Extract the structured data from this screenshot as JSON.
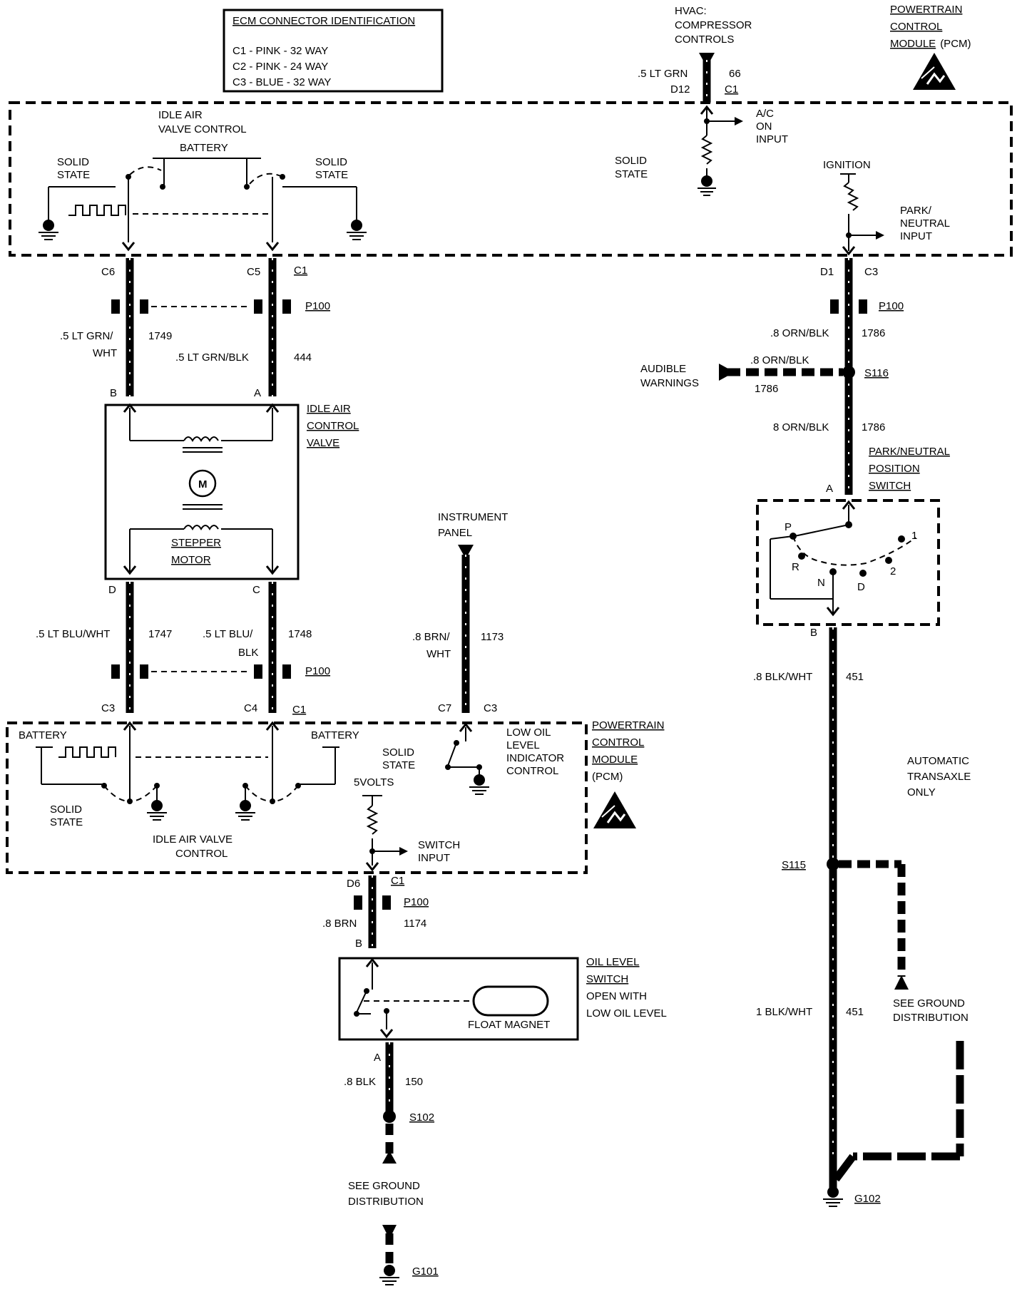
{
  "legend": {
    "title": "ECM CONNECTOR IDENTIFICATION",
    "lines": [
      "C1 - PINK - 32 WAY",
      "C2 - PINK - 24 WAY",
      "C3 - BLUE - 32 WAY"
    ]
  },
  "hvac": {
    "line1": "HVAC:",
    "line2": "COMPRESSOR",
    "line3": "CONTROLS"
  },
  "pcm_top": {
    "line1": "POWERTRAIN",
    "line2": "CONTROL",
    "line3": "MODULE",
    "suffix": "(PCM)"
  },
  "top_module": {
    "iac_title1": "IDLE AIR",
    "iac_title2": "VALVE CONTROL",
    "battery": "BATTERY",
    "solid_state": "SOLID",
    "state": "STATE",
    "ac_wire": ".5 LT GRN",
    "ac_circuit": "66",
    "ac_pin": "D12",
    "ac_conn": "C1",
    "ac_on1": "A/C",
    "ac_on2": "ON",
    "ac_on3": "INPUT",
    "ignition": "IGNITION",
    "pn_input1": "PARK/",
    "pn_input2": "NEUTRAL",
    "pn_input3": "INPUT"
  },
  "iac_upper": {
    "pin_c6": "C6",
    "pin_c5": "C5",
    "conn_c1": "C1",
    "p100": "P100",
    "wire_left1": ".5  LT GRN/",
    "wire_left2": "WHT",
    "circuit_left": "1749",
    "wire_right": ".5  LT GRN/BLK",
    "circuit_right": "444",
    "pin_b": "B",
    "pin_a": "A"
  },
  "iac_valve": {
    "title1": "IDLE AIR",
    "title2": "CONTROL",
    "title3": "VALVE",
    "motor": "M",
    "stepper1": "STEPPER",
    "stepper2": "MOTOR"
  },
  "iac_lower": {
    "pin_d": "D",
    "pin_c": "C",
    "wire_left": ".5  LT BLU/WHT",
    "circuit_left": "1747",
    "wire_right1": ".5  LT BLU/",
    "wire_right2": "BLK",
    "circuit_right": "1748",
    "p100": "P100",
    "pin_c3": "C3",
    "pin_c4": "C4",
    "conn_c1": "C1"
  },
  "instrument": {
    "line1": "INSTRUMENT",
    "line2": "PANEL",
    "wire1": ".8 BRN/",
    "wire2": "WHT",
    "circuit": "1173",
    "pin_c7": "C7",
    "conn_c3": "C3"
  },
  "pcm_bottom": {
    "battery_left": "BATTERY",
    "battery_right": "BATTERY",
    "solid": "SOLID",
    "state": "STATE",
    "iac1": "IDLE AIR VALVE",
    "iac2": "CONTROL",
    "solid2": "SOLID",
    "state2": "STATE",
    "volts": "5VOLTS",
    "switch1": "SWITCH",
    "switch2": "INPUT",
    "low1": "LOW OIL",
    "low2": "LEVEL",
    "low3": "INDICATOR",
    "low4": "CONTROL",
    "pcm1": "POWERTRAIN",
    "pcm2": "CONTROL",
    "pcm3": "MODULE",
    "pcm4": "(PCM)"
  },
  "oil": {
    "pin_d6": "D6",
    "conn_c1": "C1",
    "p100": "P100",
    "wire": ".8 BRN",
    "circuit": "1174",
    "pin_b": "B",
    "title1": "OIL LEVEL",
    "title2": "SWITCH",
    "note1": "OPEN WITH",
    "note2": "LOW OIL LEVEL",
    "float": "FLOAT MAGNET",
    "pin_a": "A",
    "wire2": ".8 BLK",
    "circuit2": "150",
    "splice": "S102",
    "see1": "SEE GROUND",
    "see2": "DISTRIBUTION",
    "ground": "G101"
  },
  "right_chain": {
    "pin_d1": "D1",
    "conn_c3": "C3",
    "p100": "P100",
    "wire1": ".8 ORN/BLK",
    "circuit1": "1786",
    "audible1": "AUDIBLE",
    "audible2": "WARNINGS",
    "wire_aud": ".8 ORN/BLK",
    "circuit_aud": "1786",
    "splice": "S116",
    "wire2": "8 ORN/BLK",
    "circuit2": "1786",
    "pns1": "PARK/NEUTRAL",
    "pns2": "POSITION",
    "pns3": "SWITCH",
    "pin_a": "A",
    "pos_p": "P",
    "pos_r": "R",
    "pos_n": "N",
    "pos_d": "D",
    "pos_2": "2",
    "pos_1": "1",
    "pin_b": "B",
    "wire3": ".8 BLK/WHT",
    "circuit3": "451",
    "auto1": "AUTOMATIC",
    "auto2": "TRANSAXLE",
    "auto3": "ONLY",
    "splice2": "S115",
    "see1": "SEE GROUND",
    "see2": "DISTRIBUTION",
    "wire4": "1 BLK/WHT",
    "circuit4": "451",
    "ground": "G102"
  }
}
